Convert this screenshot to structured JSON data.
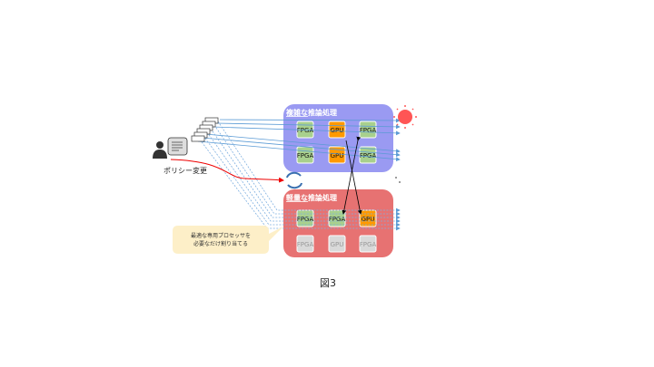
{
  "heavy": {
    "title_underlined": "複雑な",
    "title_rest": "推論処理",
    "chips": [
      [
        "FPGA",
        "GPU",
        "FPGA"
      ],
      [
        "FPGA",
        "GPU",
        "FPGA"
      ]
    ]
  },
  "light": {
    "title_underlined": "軽量な",
    "title_rest": "推論処理",
    "chips": [
      [
        "FPGA",
        "FPGA",
        "GPU"
      ],
      [
        "FPGA",
        "GPU",
        "FPGA"
      ]
    ]
  },
  "policy_label": "ポリシー変更",
  "callout": {
    "line1": "最適な専用プロセッサを",
    "line2": "必要なだけ割り当てる"
  },
  "caption": "図3",
  "colors": {
    "heavy_box": "#9a9af2",
    "light_box": "#e77272",
    "fpga": "#a8d08d",
    "gpu": "#ff9900",
    "idle": "#d9d9d9",
    "arrow": "#5b9bd5"
  }
}
